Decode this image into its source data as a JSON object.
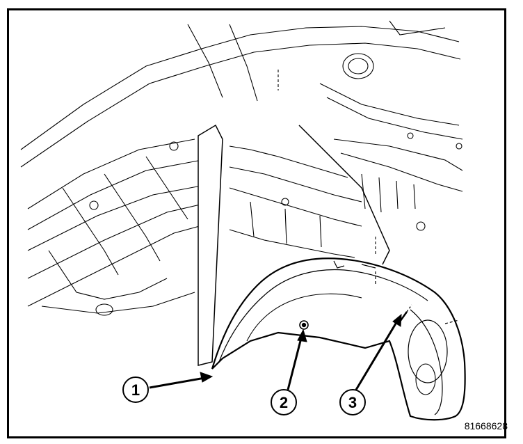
{
  "figure": {
    "id": "81668628"
  },
  "callouts": [
    {
      "label": "1",
      "target": "splash-shield-edge"
    },
    {
      "label": "2",
      "target": "push-pin-fastener"
    },
    {
      "label": "3",
      "target": "rear-screw-fastener"
    }
  ],
  "colors": {
    "ink": "#000000",
    "paper": "#ffffff"
  }
}
